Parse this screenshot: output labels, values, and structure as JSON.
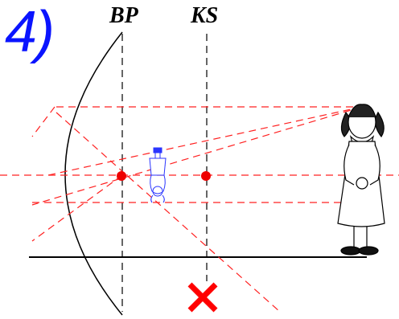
{
  "step": "4)",
  "labels": {
    "bp": "BP",
    "ks": "KS"
  },
  "colors": {
    "step": "#0a14ff",
    "ray": "#ff2020",
    "point": "#ee0000",
    "cross": "#ff0000",
    "image": "#2a35ff",
    "line": "#000000"
  },
  "icons": {
    "mirror": "concave-mirror-arc",
    "object": "girl-figure",
    "image": "inverted-girl-image",
    "marker": "red-x-icon"
  }
}
